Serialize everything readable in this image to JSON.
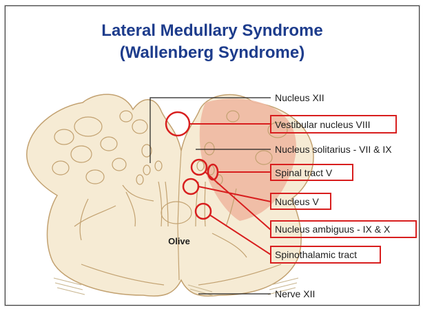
{
  "title": {
    "line1": "Lateral Medullary Syndrome",
    "line2": "(Wallenberg Syndrome)"
  },
  "labels": {
    "nucleus_xii": "Nucleus XII",
    "vestibular": "Vestibular nucleus VIII",
    "solitarius": "Nucleus solitarius - VII & IX",
    "spinal_tract": "Spinal tract V",
    "nucleus_v": "Nucleus V",
    "ambiguus": "Nucleus ambiguus - IX & X",
    "spinothalamic": "Spinothalamic tract",
    "nerve_xii": "Nerve XII",
    "olive": "Olive"
  },
  "colors": {
    "title": "#1d3c8c",
    "highlight": "#d81e1e",
    "lesion": "#f0b9a2",
    "medulla_fill": "#f6ebd4",
    "medulla_line": "#c2a170"
  }
}
